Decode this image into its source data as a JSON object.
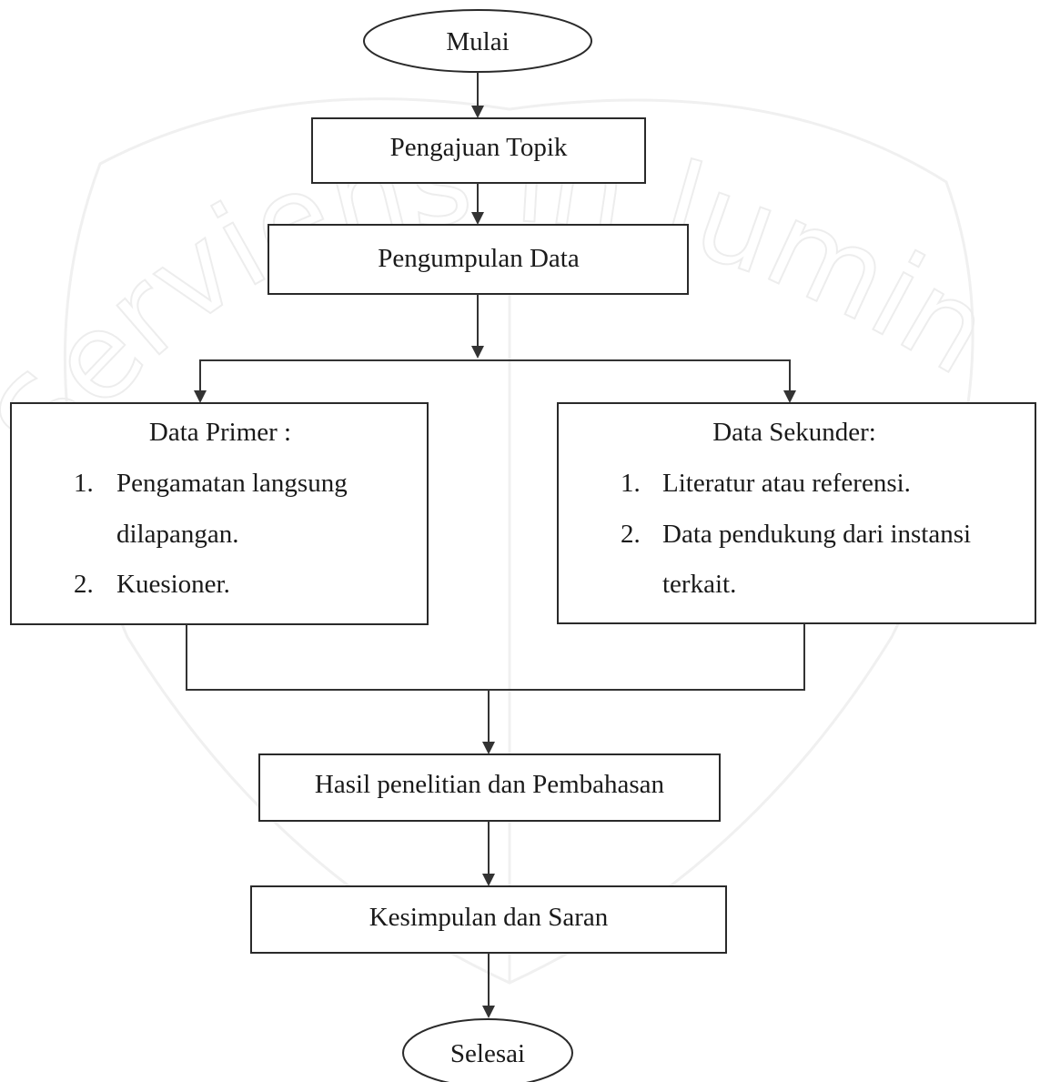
{
  "watermark": {
    "text": "Serviens in lumine veritatis"
  },
  "nodes": {
    "start": {
      "label": "Mulai"
    },
    "topic": {
      "label": "Pengajuan Topik"
    },
    "collect": {
      "label": "Pengumpulan Data"
    },
    "primary": {
      "title": "Data Primer :",
      "items": [
        {
          "num": "1.",
          "line1": "Pengamatan langsung",
          "line2": "dilapangan."
        },
        {
          "num": "2.",
          "line1": "Kuesioner."
        }
      ]
    },
    "secondary": {
      "title": "Data Sekunder:",
      "items": [
        {
          "num": "1.",
          "line1": "Literatur atau referensi."
        },
        {
          "num": "2.",
          "line1": "Data pendukung dari instansi",
          "line2": "terkait."
        }
      ]
    },
    "results": {
      "label": "Hasil penelitian dan Pembahasan"
    },
    "conclusion": {
      "label": "Kesimpulan dan Saran"
    },
    "end": {
      "label": "Selesai"
    }
  }
}
